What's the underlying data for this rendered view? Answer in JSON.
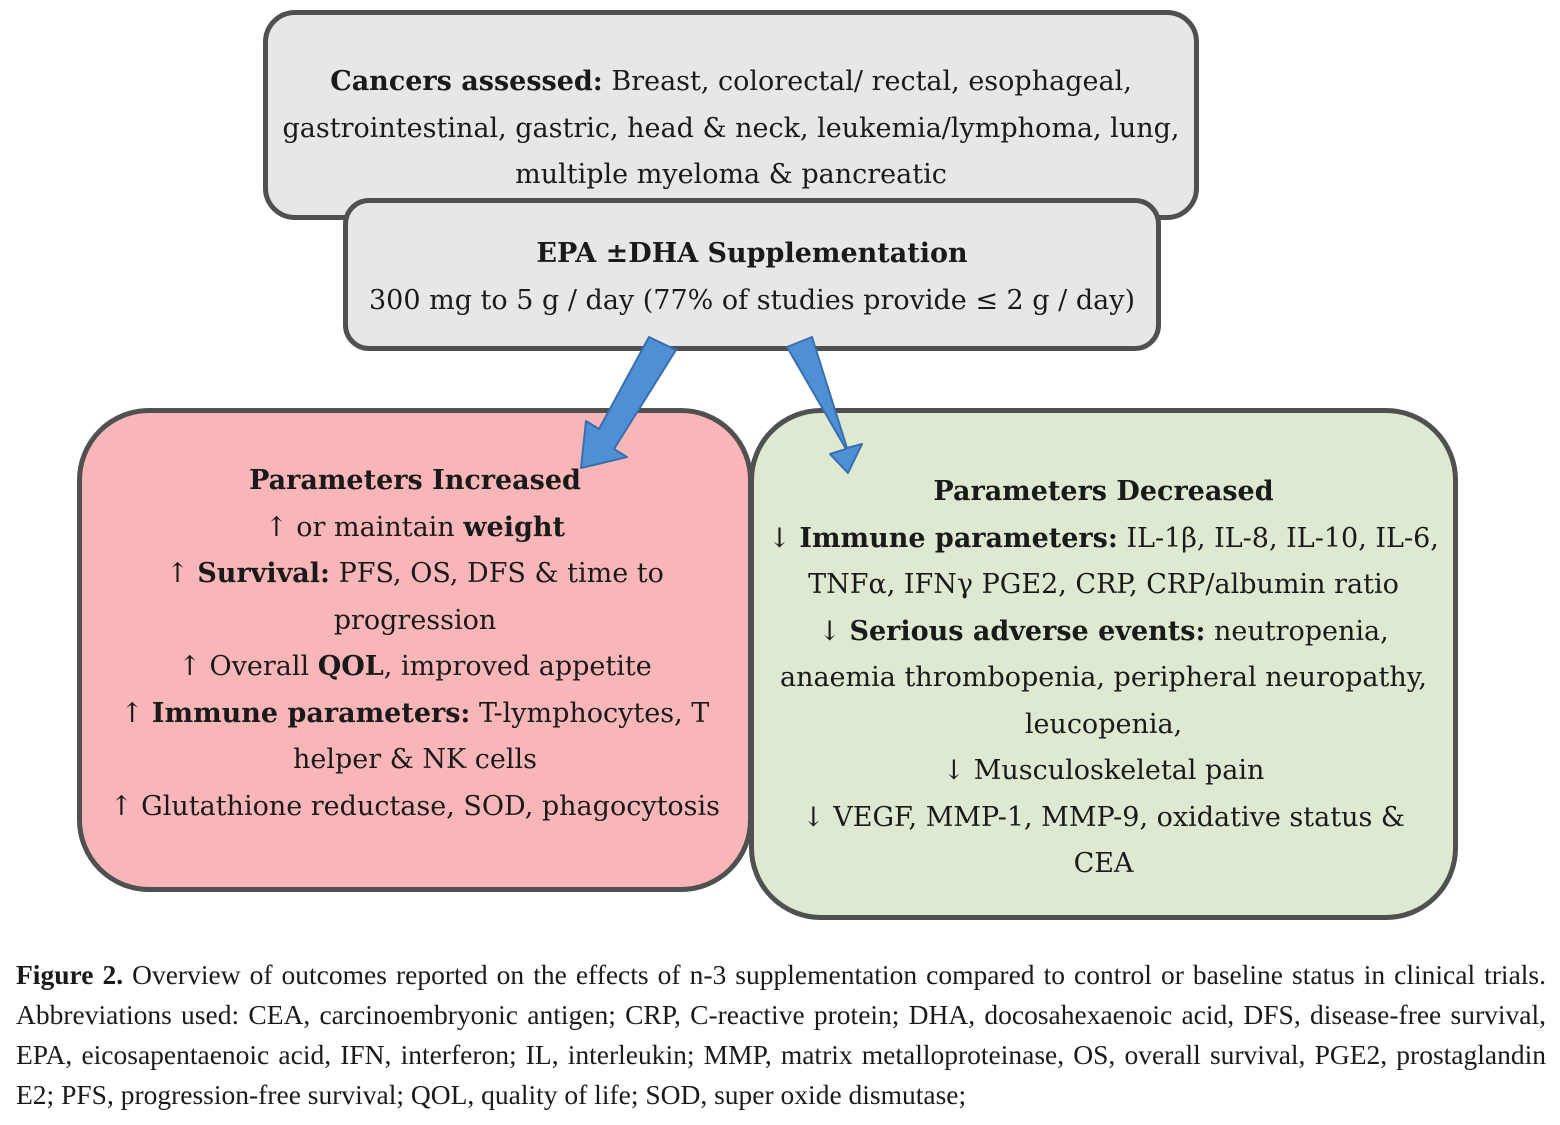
{
  "cancers": {
    "heading": "Cancers assessed:",
    "list_line1": " Breast, colorectal/ rectal, esophageal,",
    "list_line2": "gastrointestinal, gastric, head & neck, leukemia/lymphoma, lung,",
    "list_line3": "multiple myeloma & pancreatic"
  },
  "supplementation": {
    "title": "EPA ±DHA Supplementation",
    "dose": "300 mg to 5 g / day (77% of studies provide ≤ 2 g / day)"
  },
  "increased": {
    "title": "Parameters Increased",
    "weight_prefix": "↑ or maintain ",
    "weight_bold": "weight",
    "survival_arrow": "↑ ",
    "survival_bold": "Survival:",
    "survival_text": " PFS, OS, DFS & time to",
    "survival_text2": "progression",
    "qol_prefix": "↑ Overall ",
    "qol_bold": "QOL",
    "qol_suffix": ", improved appetite",
    "immune_arrow": "↑ ",
    "immune_bold": "Immune parameters:",
    "immune_text": " T-lymphocytes, T",
    "immune_text2": "helper & NK cells",
    "glutathione": "↑ Glutathione reductase, SOD, phagocytosis"
  },
  "decreased": {
    "title": "Parameters Decreased",
    "immune_arrow": "↓ ",
    "immune_bold": "Immune parameters:",
    "immune_text": " IL-1β, IL-8, IL-10, IL-6,",
    "immune_text2": "TNFα, IFNγ PGE2, CRP, CRP/albumin ratio",
    "adverse_arrow": "↓ ",
    "adverse_bold": "Serious adverse events:",
    "adverse_text": " neutropenia,",
    "adverse_text2": "anaemia thrombopenia, peripheral neuropathy,",
    "adverse_text3": "leucopenia,",
    "musculoskeletal": "↓ Musculoskeletal pain",
    "vegf": "↓ VEGF, MMP-1, MMP-9, oxidative status &",
    "cea": "CEA"
  },
  "caption": {
    "label": "Figure 2.",
    "text": " Overview of outcomes reported on the effects of n-3 supplementation compared to control or baseline status in clinical trials. Abbreviations used: CEA, carcinoembryonic antigen; CRP, C-reactive protein; DHA, docosahexaenoic acid, DFS, disease-free survival, EPA, eicosapentaenoic acid, IFN, interferon; IL, interleukin; MMP, matrix metalloproteinase, OS, overall survival, PGE2, prostaglandin E2; PFS, progression-free survival; QOL, quality of life; SOD, super oxide dismutase;"
  },
  "colors": {
    "box_grey": "#e7e7e9",
    "box_border": "#505050",
    "increased_fill": "#f9b6b8",
    "decreased_fill": "#dde9d0",
    "arrow_fill": "#4f8fd5",
    "arrow_stroke": "#3a6fae"
  }
}
